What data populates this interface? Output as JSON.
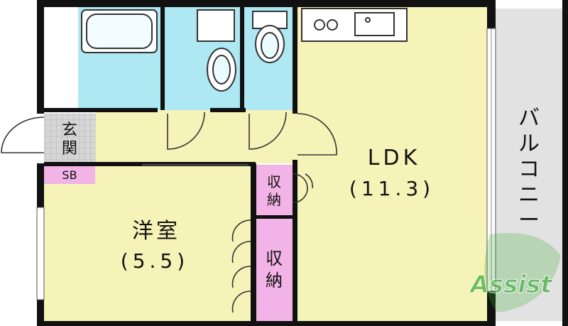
{
  "rooms": {
    "ldk": {
      "name": "LDK",
      "size": "(11.3)"
    },
    "western": {
      "name": "洋室",
      "size": "(5.5)"
    },
    "entrance": {
      "line1": "玄",
      "line2": "関"
    },
    "shoe_box": "SB",
    "storage_small": {
      "line1": "収",
      "line2": "納"
    },
    "storage_large": {
      "line1": "収",
      "line2": "納"
    },
    "balcony": [
      "バ",
      "ル",
      "コ",
      "ニ",
      "ー"
    ]
  },
  "watermark": "Assist",
  "colors": {
    "wall": "#111111",
    "ldk": "#f6f3b8",
    "western": "#f6f3b8",
    "wet_area": "#aee8f2",
    "storage": "#f2b3e6",
    "balcony": "#e2e2e2",
    "entrance_tile": "#cfcfcf",
    "watermark": "#3fae3a"
  }
}
